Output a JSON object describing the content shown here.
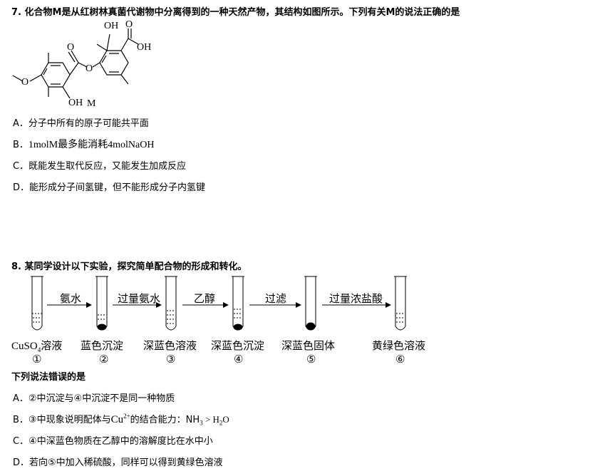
{
  "q7": {
    "stem": "7. 化合物M是从红树林真菌代谢物中分离得到的一种天然产物，其结构如图所示。下列有关M的说法正确的是",
    "structure": {
      "oh1": "OH",
      "cooh_o": "O",
      "cooh_oh": "OH",
      "ester_o_dbl": "O",
      "ester_o": "O",
      "oh2": "OH",
      "methoxy_o": "O",
      "label": "M"
    },
    "options": [
      {
        "letter": "A．",
        "text": "分子中所有的原子可能共平面"
      },
      {
        "letter": "B．",
        "text": "1molM最多能消耗4molNaOH"
      },
      {
        "letter": "C．",
        "text": "既能发生取代反应，又能发生加成反应"
      },
      {
        "letter": "D．",
        "text": "能形成分子间氢键，但不能形成分子内氢键"
      }
    ]
  },
  "q8": {
    "stem": "8. 某同学设计以下实验，探究简单配合物的形成和转化。",
    "arrows": [
      "氨水",
      "过量氨水",
      "乙醇",
      "过滤",
      "过量浓盐酸"
    ],
    "tubes": [
      {
        "label_main": "CuSO",
        "label_sub": "4",
        "label_rest": "溶液",
        "num": "①"
      },
      {
        "label_main": "蓝色沉淀",
        "num": "②"
      },
      {
        "label_main": "深蓝色溶液",
        "num": "③"
      },
      {
        "label_main": "深蓝色沉淀",
        "num": "④"
      },
      {
        "label_main": "深蓝色固体",
        "num": "⑤"
      },
      {
        "label_main": "黄绿色溶液",
        "num": "⑥"
      }
    ],
    "sub_stem": "下列说法错误的是",
    "options": {
      "A": {
        "letter": "A．",
        "text": "②中沉淀与④中沉淀不是同一种物质"
      },
      "B": {
        "letter": "B．",
        "pre": "③中现象说明配体与",
        "cu": "Cu",
        "cu_sup": "2+",
        "mid": "的结合能力：NH",
        "nh_sub": "3",
        "gt": " > H",
        "h_sub": "2",
        "o": "O"
      },
      "C": {
        "letter": "C．",
        "text": "④中深蓝色物质在乙醇中的溶解度比在水中小"
      },
      "D": {
        "letter": "D．",
        "text": "若向⑤中加入稀硫酸，同样可以得到黄绿色溶液"
      }
    }
  }
}
